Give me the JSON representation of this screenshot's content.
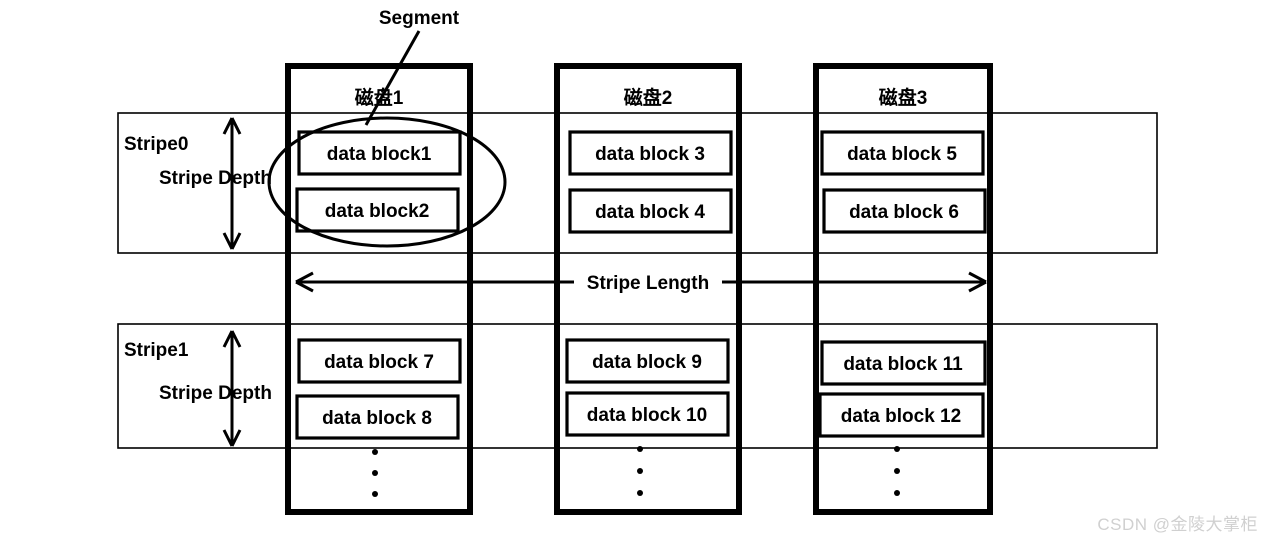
{
  "diagram": {
    "title_annotation": "Segment",
    "watermark": "CSDN @金陵大掌柜",
    "stripe_length_label": "Stripe Length",
    "stripes": [
      {
        "name": "Stripe0",
        "depth_label": "Stripe Depth"
      },
      {
        "name": "Stripe1",
        "depth_label": "Stripe Depth"
      }
    ],
    "disks": [
      {
        "title": "磁盘1",
        "stripe0_blocks": [
          "data block1",
          "data block2"
        ],
        "stripe1_blocks": [
          "data block 7",
          "data block 8"
        ],
        "ellipsis": "vertical-ellipsis"
      },
      {
        "title": "磁盘2",
        "stripe0_blocks": [
          "data block 3",
          "data block 4"
        ],
        "stripe1_blocks": [
          "data block 9",
          "data block 10"
        ],
        "ellipsis": "vertical-ellipsis"
      },
      {
        "title": "磁盘3",
        "stripe0_blocks": [
          "data block 5",
          "data block 6"
        ],
        "stripe1_blocks": [
          "data block 11",
          "data block 12"
        ],
        "ellipsis": "vertical-ellipsis"
      }
    ],
    "colors": {
      "stroke": "#000000",
      "background": "#ffffff",
      "watermark": "#d0d0d0"
    }
  }
}
